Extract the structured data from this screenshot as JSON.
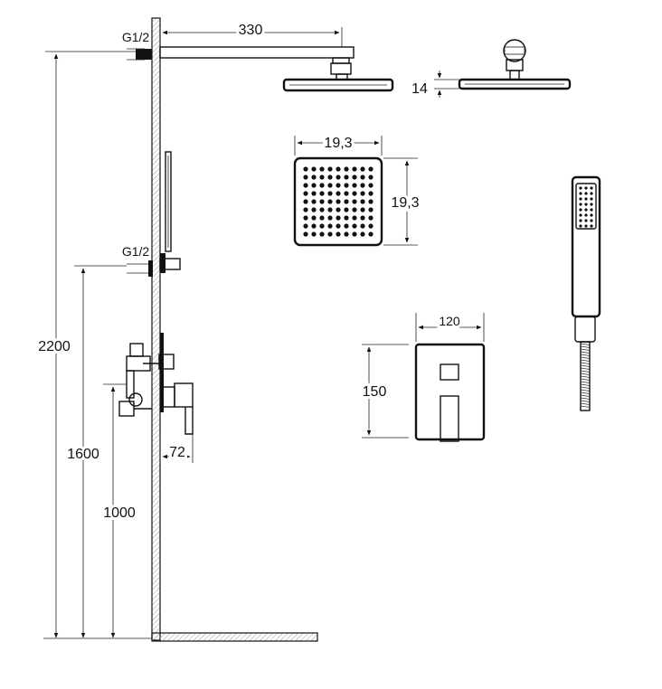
{
  "colors": {
    "ink": "#111111",
    "wall_fill": "#c9c9c9",
    "background": "#ffffff"
  },
  "labels": {
    "thread_top": "G1/2",
    "thread_mid": "G1/2",
    "arm_length": "330",
    "head_thickness": "14",
    "head_width": "19,3",
    "head_depth": "19,3",
    "height_total": "2200",
    "height_hand": "1600",
    "height_mixer": "1000",
    "mixer_depth": "72",
    "plate_width": "120",
    "plate_height": "150"
  }
}
